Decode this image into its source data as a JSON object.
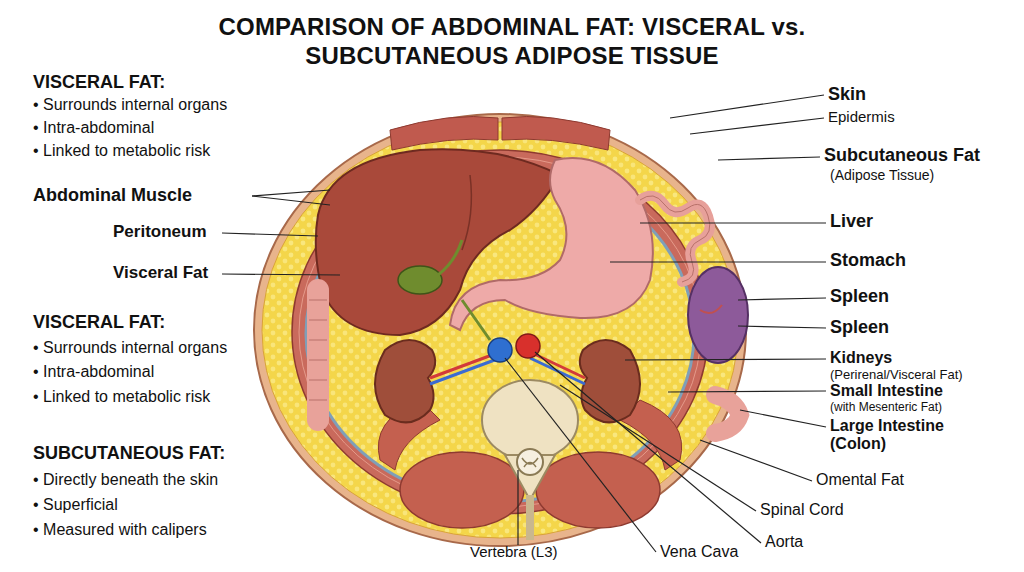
{
  "diagram": {
    "title": "COMPARISON OF ABDOMINAL FAT: VISCERAL vs. SUBCUTANEOUS ADIPOSE TISSUE",
    "labels": [
      "VISCERAL FAT:",
      "• Surrounds internal organs",
      "• Intra-abdominal",
      "• Linked to metabolic risk",
      "Abdominal Muscle",
      "Peritoneum",
      "Visceral Fat",
      "VISCERAL FAT:",
      "• Surrounds internal organs",
      "• Intra-abdominal",
      "• Linked to metabolic risk",
      "SUBCUTANEOUS FAT:",
      "• Directly beneath the skin",
      "• Superficial",
      "• Measured with calipers",
      "Skin",
      "Epidermis",
      "Subcutaneous Fat",
      "(Adipose Tissue)",
      "Liver",
      "Stomach",
      "Spleen",
      "Spleen",
      "Kidneys",
      "(Perirenal/Visceral Fat)",
      "Small Intestine",
      "(with Mesenteric Fat)",
      "Large Intestine (Colon)",
      "Omental Fat",
      "Spinal Cord",
      "Aorta",
      "Vena Cava",
      "Vertebra (L3)"
    ]
  }
}
